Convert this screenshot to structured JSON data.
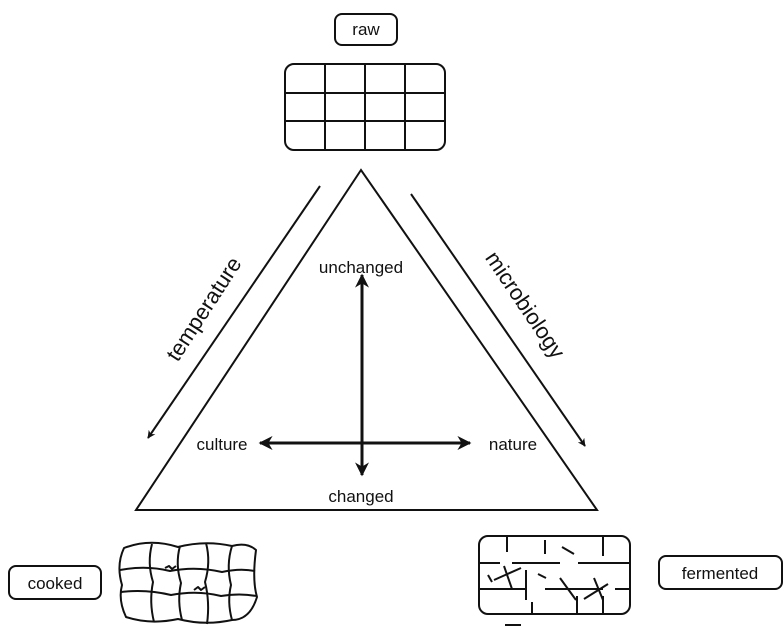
{
  "labels": {
    "raw": "raw",
    "cooked": "cooked",
    "fermented": "fermented",
    "temperature": "temperature",
    "microbiology": "microbiology",
    "unchanged": "unchanged",
    "changed": "changed",
    "culture": "culture",
    "nature": "nature"
  },
  "colors": {
    "ink": "#111111",
    "background": "#ffffff"
  }
}
